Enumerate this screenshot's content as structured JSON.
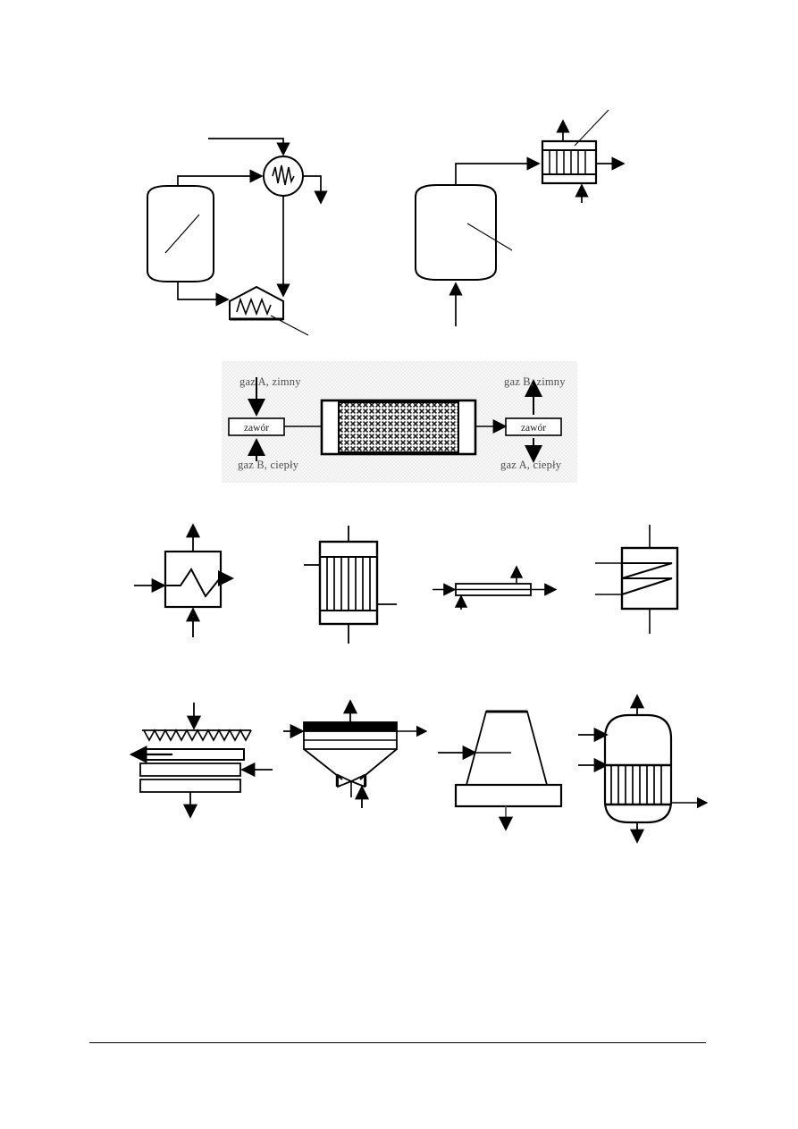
{
  "document": {
    "type": "scanned-technical-page",
    "language": "pl",
    "background_color": "#ffffff",
    "line_color": "#000000",
    "footer_rule_color": "#000000"
  },
  "figures": {
    "row1": {
      "left": {
        "name": "column-with-condenser-and-reboiler",
        "parts": [
          "vessel-column",
          "condenser-circle-coil",
          "reboiler-house-coil",
          "feed-line",
          "overhead-line",
          "bottoms-line",
          "leader-line"
        ]
      },
      "right": {
        "name": "vessel-with-shell-and-tube-exchanger",
        "parts": [
          "vessel-column",
          "shell-and-tube-exchanger",
          "vapour-line",
          "feed-arrow",
          "leader-line"
        ]
      }
    },
    "regenerator": {
      "name": "regenerative-heat-exchanger",
      "panel_background": "#f7f7f7",
      "packing_fill": "diamond-crosshatch",
      "valve_left_label": "zawór",
      "valve_right_label": "zawór",
      "labels": {
        "top_left": "gaz A, zimny",
        "bottom_left": "gaz B, ciepły",
        "top_right": "gaz B, zimny",
        "bottom_right": "gaz A, ciepły"
      },
      "label_color": "#4d4d4d"
    },
    "row3": {
      "items": [
        {
          "name": "zigzag-box-exchanger",
          "tube_count": 0
        },
        {
          "name": "vertical-shell-and-tube-exchanger",
          "tube_count": 7
        },
        {
          "name": "double-pipe-exchanger",
          "tube_count": 0
        },
        {
          "name": "plate-coil-exchanger",
          "tube_count": 0
        }
      ]
    },
    "row4": {
      "items": [
        {
          "name": "spray-trickle-cooler",
          "spray_teeth": 8
        },
        {
          "name": "fluidized-bed-unit-with-valve",
          "valve": "bowtie-valve"
        },
        {
          "name": "cooling-tower",
          "tube_count": 0
        },
        {
          "name": "vertical-vessel-with-tube-bundle",
          "tube_count": 8
        }
      ]
    }
  }
}
